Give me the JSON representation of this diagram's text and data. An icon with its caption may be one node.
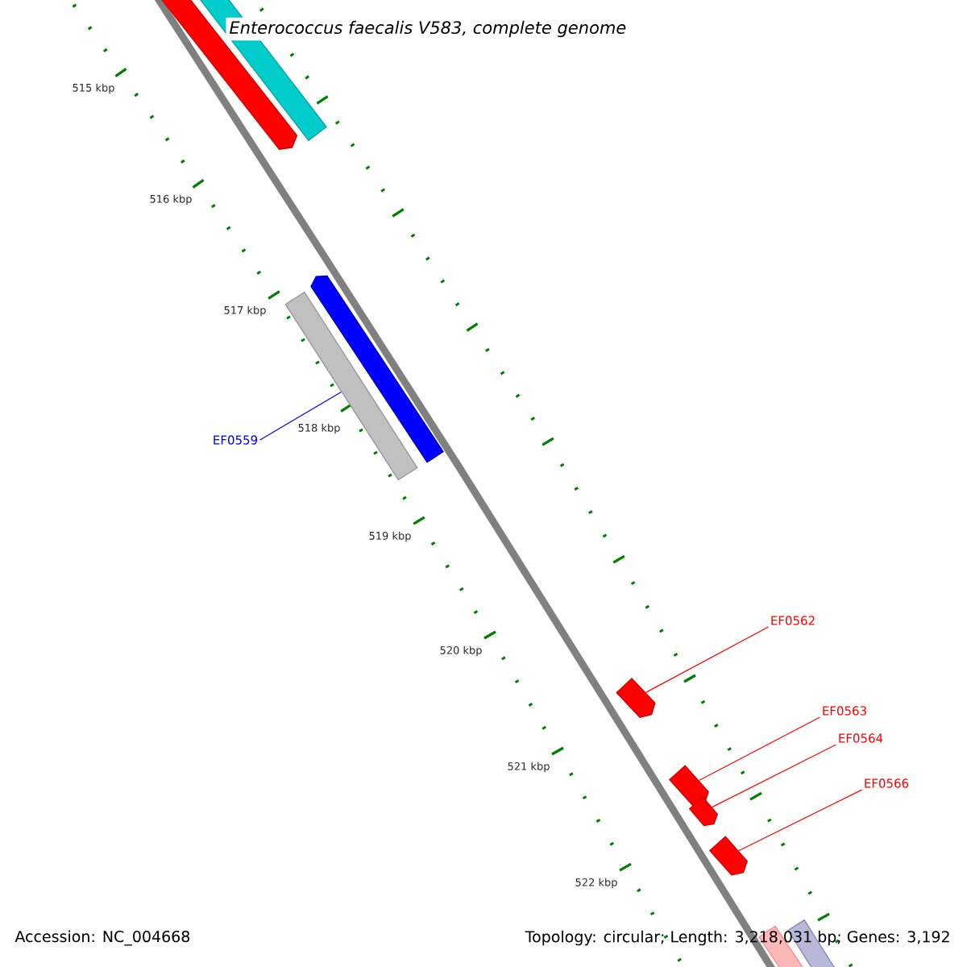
{
  "diagram": {
    "title": "Enterococcus faecalis V583, complete genome",
    "nodes": [
      {
        "text": [
          "EF0559"
        ]
      },
      {
        "text": [],
        "shape": "bar"
      },
      {
        "text": [
          "EF0562"
        ]
      },
      {
        "text": [],
        "shape": "arrow"
      },
      {
        "text": [
          "EF0563"
        ]
      },
      {
        "text": [],
        "shape": "arrow"
      },
      {
        "text": [
          "EF0564"
        ]
      },
      {
        "text": [],
        "shape": "arrow"
      },
      {
        "text": [
          "EF0566"
        ]
      },
      {
        "text": [],
        "shape": "arrow"
      }
    ],
    "edges": [
      {
        "from": 0,
        "to": 1,
        "arrow": "none",
        "color": "#0000ff"
      },
      {
        "from": 2,
        "to": 3,
        "arrow": "none"
      },
      {
        "from": 4,
        "to": 5,
        "arrow": "none"
      },
      {
        "from": 6,
        "to": 7,
        "arrow": "none"
      },
      {
        "from": 8,
        "to": 9,
        "arrow": "none"
      }
    ],
    "labels": [
      "515 kbp",
      "516 kbp",
      "517 kbp",
      "518 kbp",
      "519 kbp",
      "520 kbp",
      "521 kbp",
      "522 kbp",
      "Accession: NC_004668",
      "Topology: circular; Length: 3,218,031 bp; Genes: 3,192"
    ]
  }
}
